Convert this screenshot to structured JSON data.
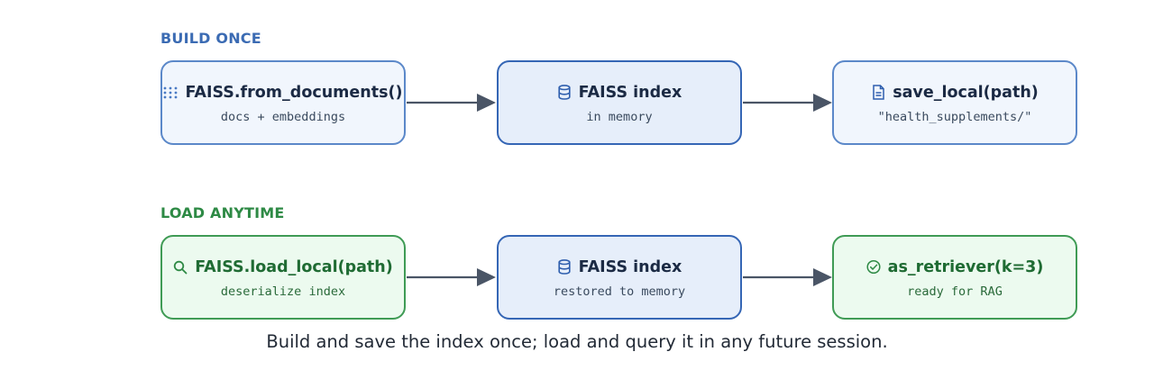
{
  "build": {
    "label": "BUILD ONCE",
    "nodes": [
      {
        "title": "FAISS.from_documents()",
        "sub": "docs + embeddings",
        "icon": "grid-dots-icon"
      },
      {
        "title": "FAISS index",
        "sub": "in memory",
        "icon": "database-icon"
      },
      {
        "title": "save_local(path)",
        "sub": "\"health_supplements/\"",
        "icon": "document-icon"
      }
    ]
  },
  "load": {
    "label": "LOAD ANYTIME",
    "nodes": [
      {
        "title": "FAISS.load_local(path)",
        "sub": "deserialize index",
        "icon": "search-icon"
      },
      {
        "title": "FAISS index",
        "sub": "restored to memory",
        "icon": "database-icon"
      },
      {
        "title": "as_retriever(k=3)",
        "sub": "ready for RAG",
        "icon": "check-circle-icon"
      }
    ]
  },
  "caption": "Build and save the index once; load and query it in any future session.",
  "colors": {
    "build_accent": "#3b6bb3",
    "load_accent": "#2e8a45",
    "arrow": "#4a5566"
  }
}
